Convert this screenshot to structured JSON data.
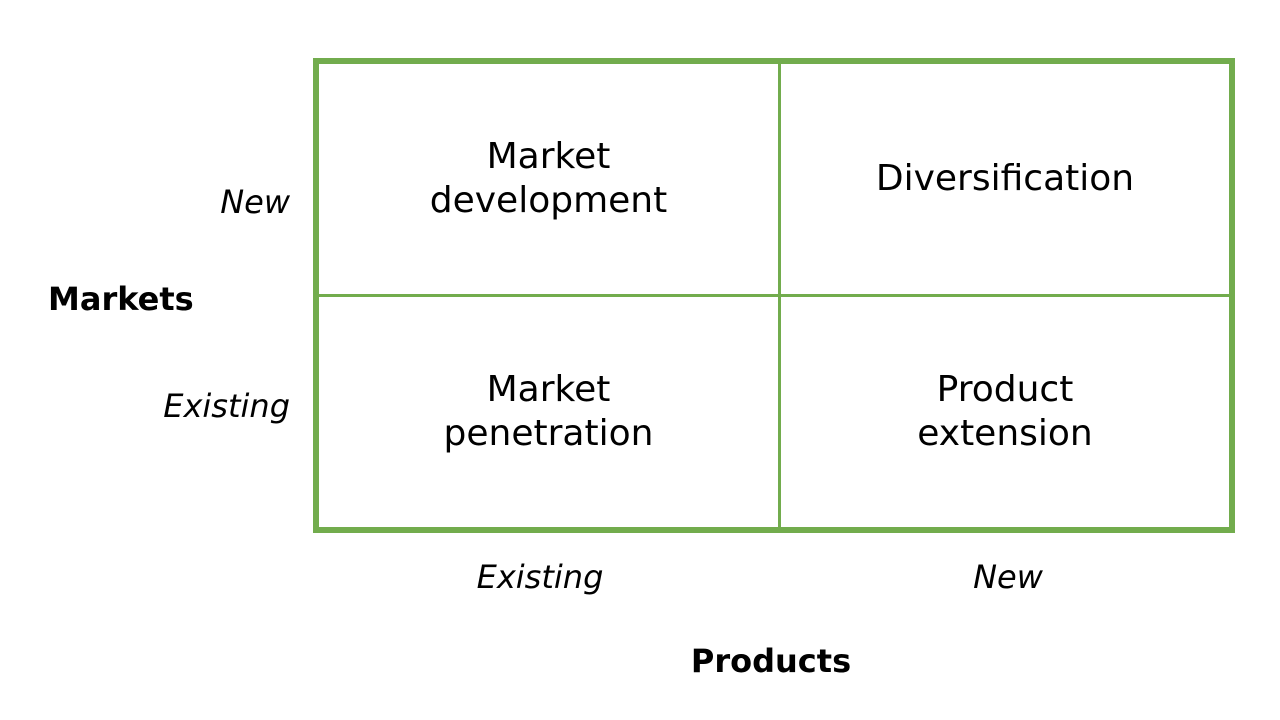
{
  "diagram": {
    "accent_color": "#72AC4D",
    "background_color": "#FFFFFF",
    "text_color": "#000000",
    "type": "2x2 matrix"
  },
  "axes": {
    "vertical": {
      "title": "Markets",
      "ticks": {
        "top": "New",
        "bottom": "Existing"
      }
    },
    "horizontal": {
      "title": "Products",
      "ticks": {
        "left": "Existing",
        "right": "New"
      }
    }
  },
  "quadrants": {
    "top_left": "Market\ndevelopment",
    "top_right": "Diversification",
    "bottom_left": "Market\npenetration",
    "bottom_right": "Product\nextension"
  }
}
